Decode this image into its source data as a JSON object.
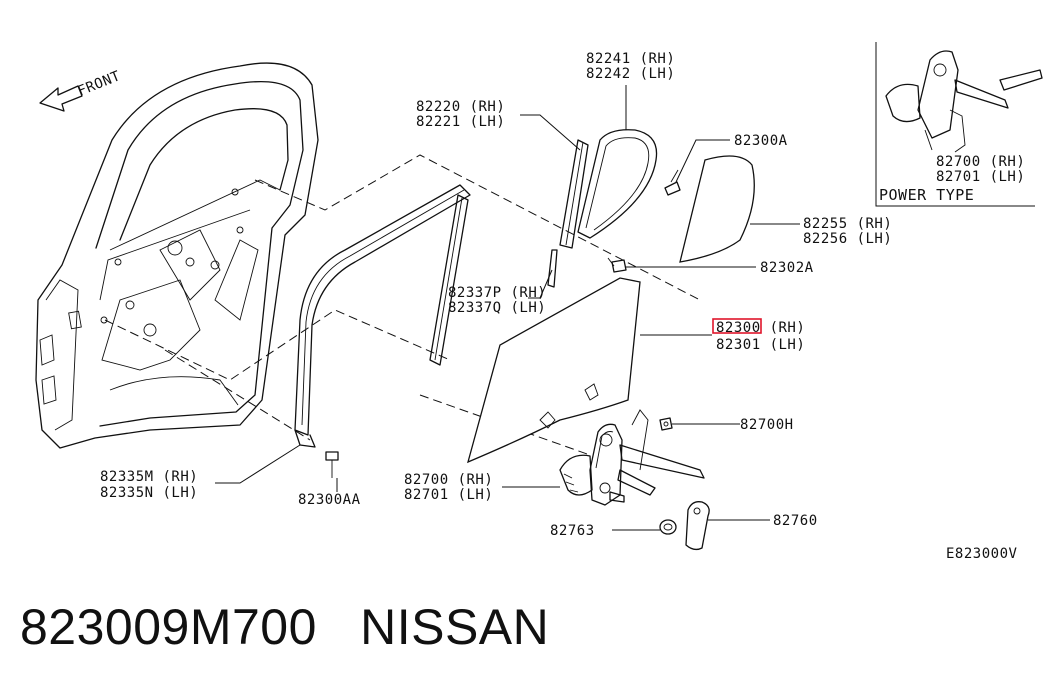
{
  "diagram": {
    "direction_label": "FRONT",
    "inset_caption": "POWER TYPE",
    "drawing_code": "E823000V",
    "highlight_color": "#e0162b",
    "callouts": {
      "c82241": "82241 (RH)",
      "c82242": "82242 (LH)",
      "c82220": "82220 (RH)",
      "c82221": "82221 (LH)",
      "c82300A": "82300A",
      "c82255": "82255 (RH)",
      "c82256": "82256 (LH)",
      "c82302A": "82302A",
      "c82337P": "82337P (RH)",
      "c82337Q": "82337Q (LH)",
      "c82300": "82300 (RH)",
      "c82301": "82301 (LH)",
      "c82700H": "82700H",
      "c82335M": "82335M (RH)",
      "c82335N": "82335N (LH)",
      "c82300AA": "82300AA",
      "c82700": "82700 (RH)",
      "c82701": "82701 (LH)",
      "c82763": "82763",
      "c82760": "82760",
      "inset82700": "82700 (RH)",
      "inset82701": "82701 (LH)"
    }
  },
  "footer": {
    "part_number": "823009M700",
    "brand": "NISSAN"
  }
}
